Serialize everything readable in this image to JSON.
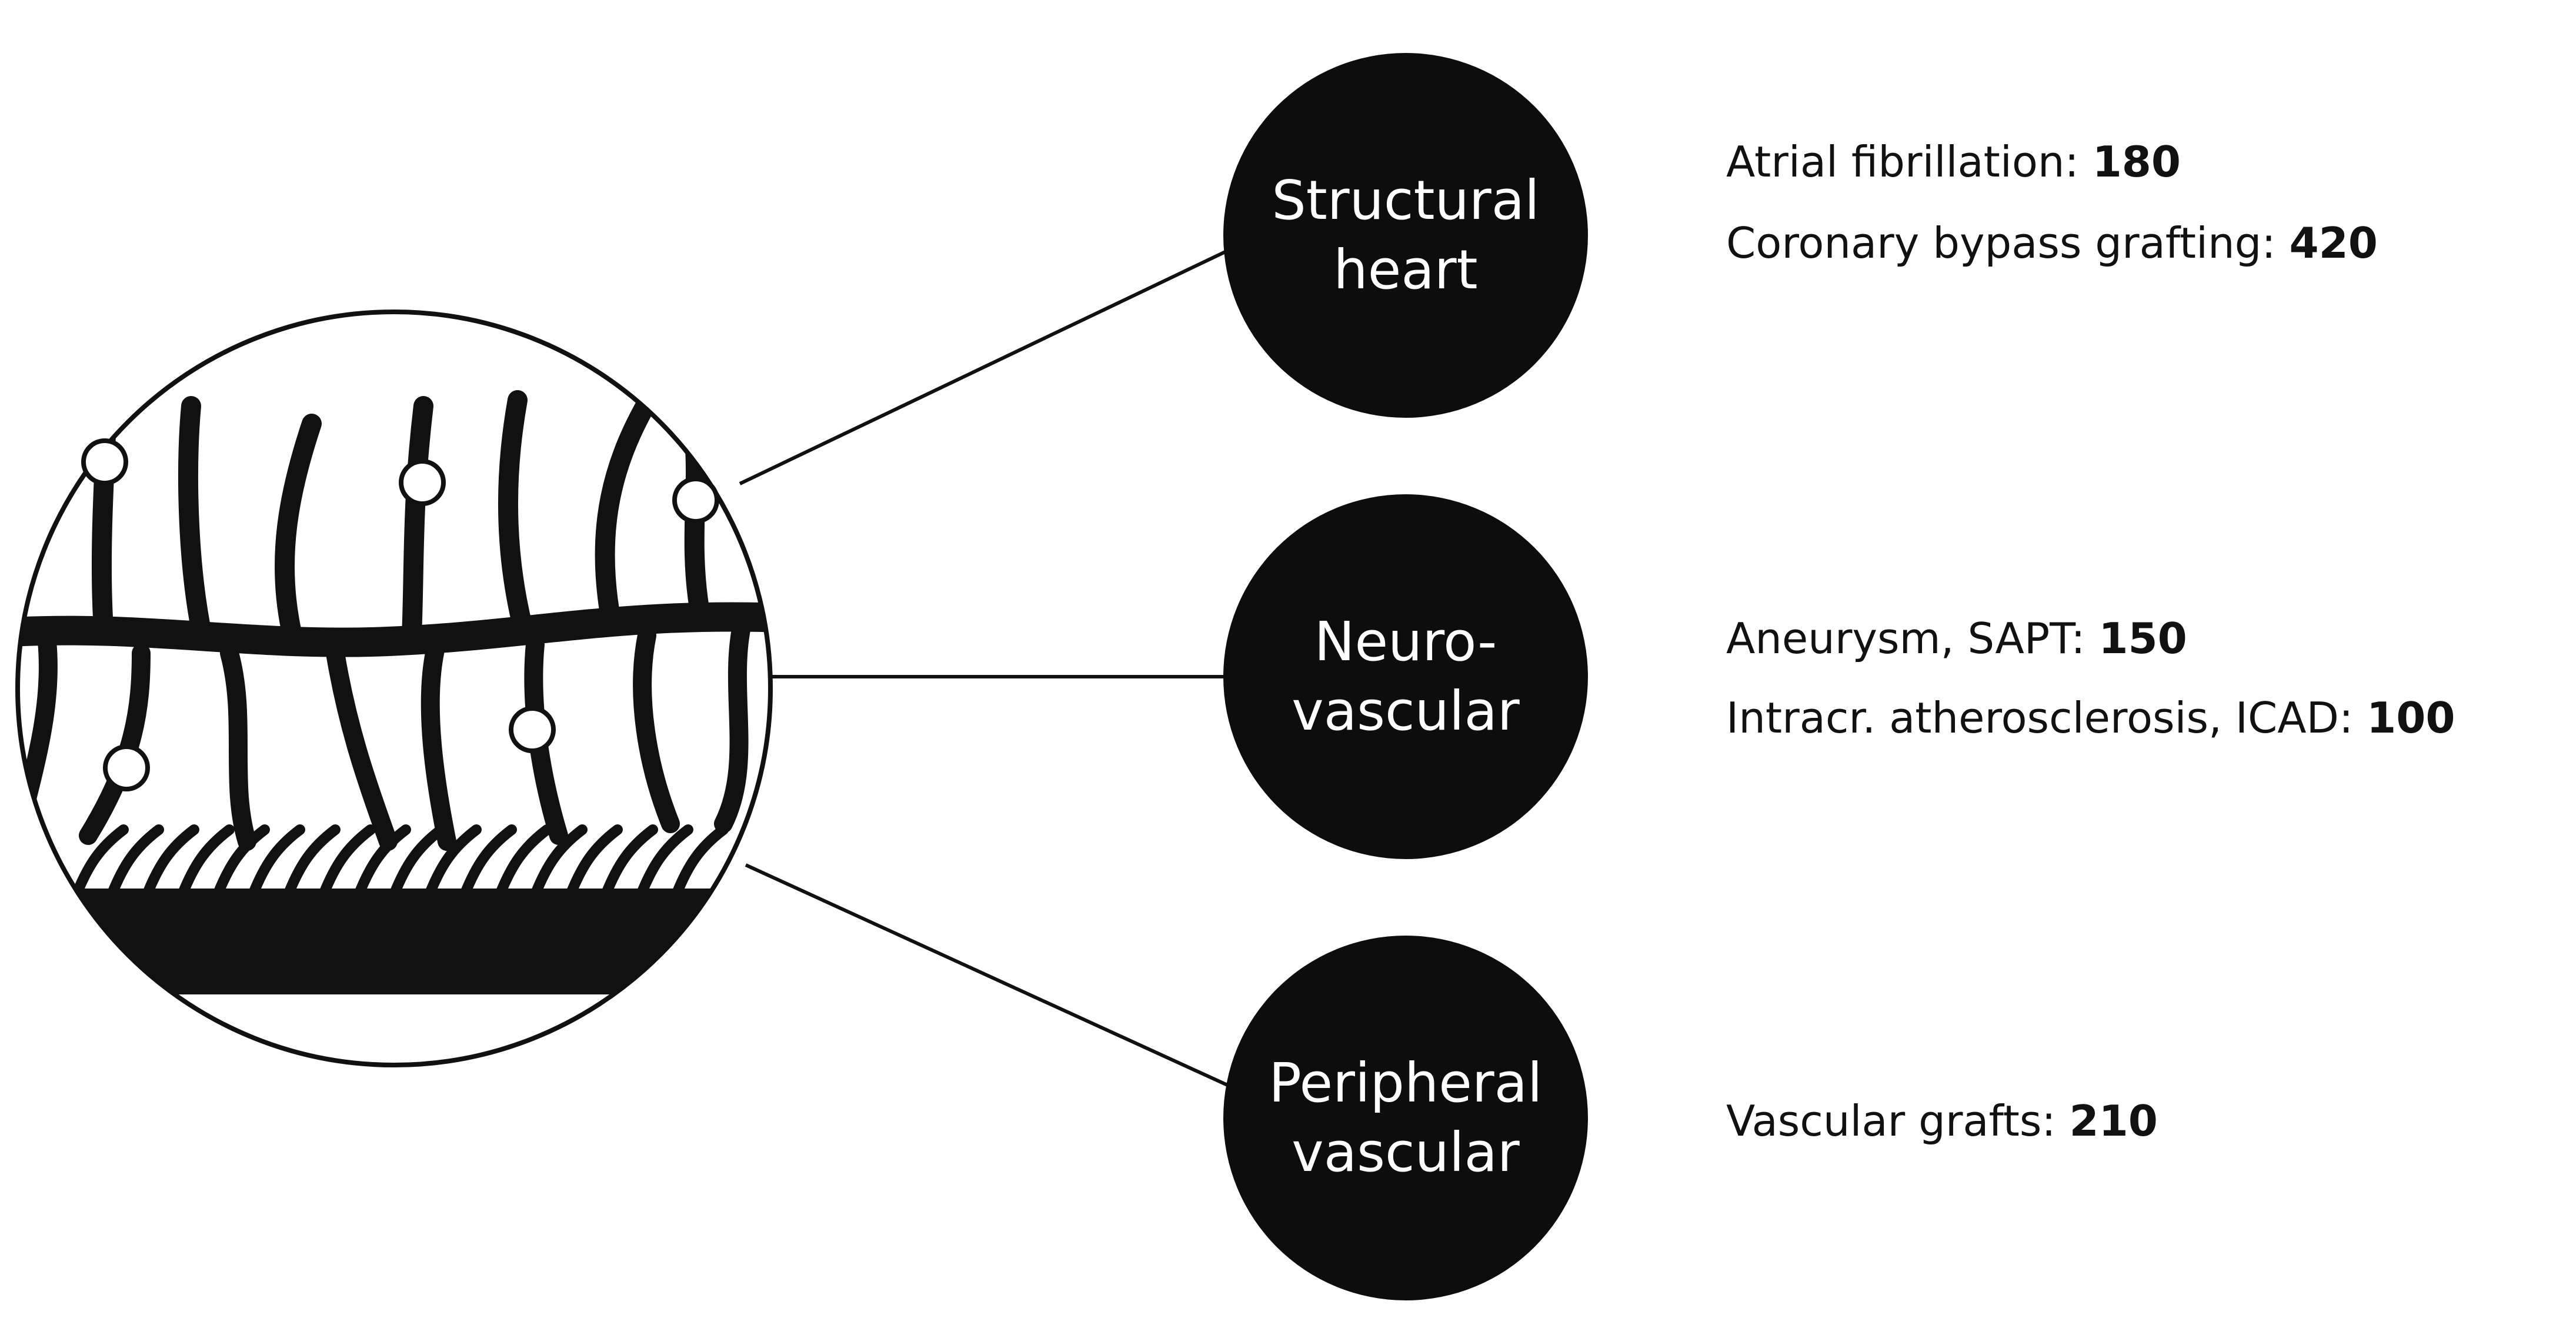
{
  "nodes": [
    {
      "id": "structural-heart",
      "label_lines": [
        "Structural",
        "heart"
      ],
      "stats": [
        {
          "name": "Atrial fibrillation",
          "value": "180"
        },
        {
          "name": "Coronary bypass grafting",
          "value": "420"
        }
      ]
    },
    {
      "id": "neurovascular",
      "label_lines": [
        "Neuro-",
        "vascular"
      ],
      "stats": [
        {
          "name": "Aneurysm, SAPT",
          "value": "150"
        },
        {
          "name": "Intracr. atherosclerosis, ICAD",
          "value": "100"
        }
      ]
    },
    {
      "id": "peripheral-vascular",
      "label_lines": [
        "Peripheral",
        "vascular"
      ],
      "stats": [
        {
          "name": "Vascular grafts",
          "value": "210"
        }
      ]
    }
  ],
  "colors": {
    "node_fill": "#0d0d0d",
    "ink": "#111111",
    "background": "#ffffff"
  }
}
